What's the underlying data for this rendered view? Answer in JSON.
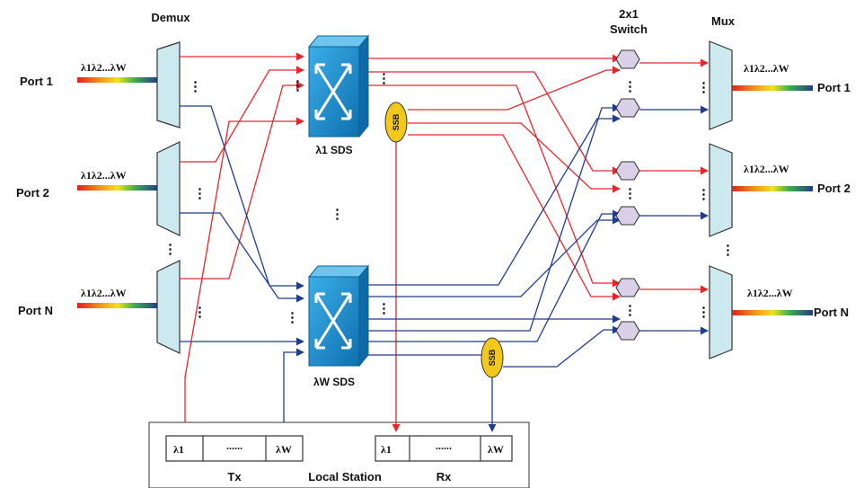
{
  "headers": {
    "demux": "Demux",
    "switch_line1": "2x1",
    "switch_line2": "Switch",
    "mux": "Mux"
  },
  "input_ports": [
    {
      "label": "Port 1",
      "wavelengths": "λ1λ2...λW"
    },
    {
      "label": "Port 2",
      "wavelengths": "λ1λ2...λW"
    },
    {
      "label": "Port N",
      "wavelengths": "λ1λ2...λW"
    }
  ],
  "output_ports": [
    {
      "label": "Port 1",
      "wavelengths": "λ1λ2...λW"
    },
    {
      "label": "Port 2",
      "wavelengths": "λ1λ2...λW"
    },
    {
      "label": "Port N",
      "wavelengths": "λ1λ2...λW"
    }
  ],
  "sds": [
    {
      "label": "λ1 SDS"
    },
    {
      "label": "λW SDS"
    }
  ],
  "ssb_label": "SSB",
  "station": {
    "title": "Local Station",
    "tx_label": "Tx",
    "rx_label": "Rx",
    "tx_cells": [
      "λ1",
      "......",
      "λW"
    ],
    "rx_cells": [
      "λ1",
      "......",
      "λW"
    ]
  },
  "ellipsis": "⋮",
  "colors": {
    "red": "#e4272c",
    "blue": "#1f3c8f",
    "sds_blue": "#1e90cf",
    "hex_fill": "#d9d0e8",
    "ssb_fill": "#f2c81a",
    "demux_fill": "#cde9f0"
  }
}
